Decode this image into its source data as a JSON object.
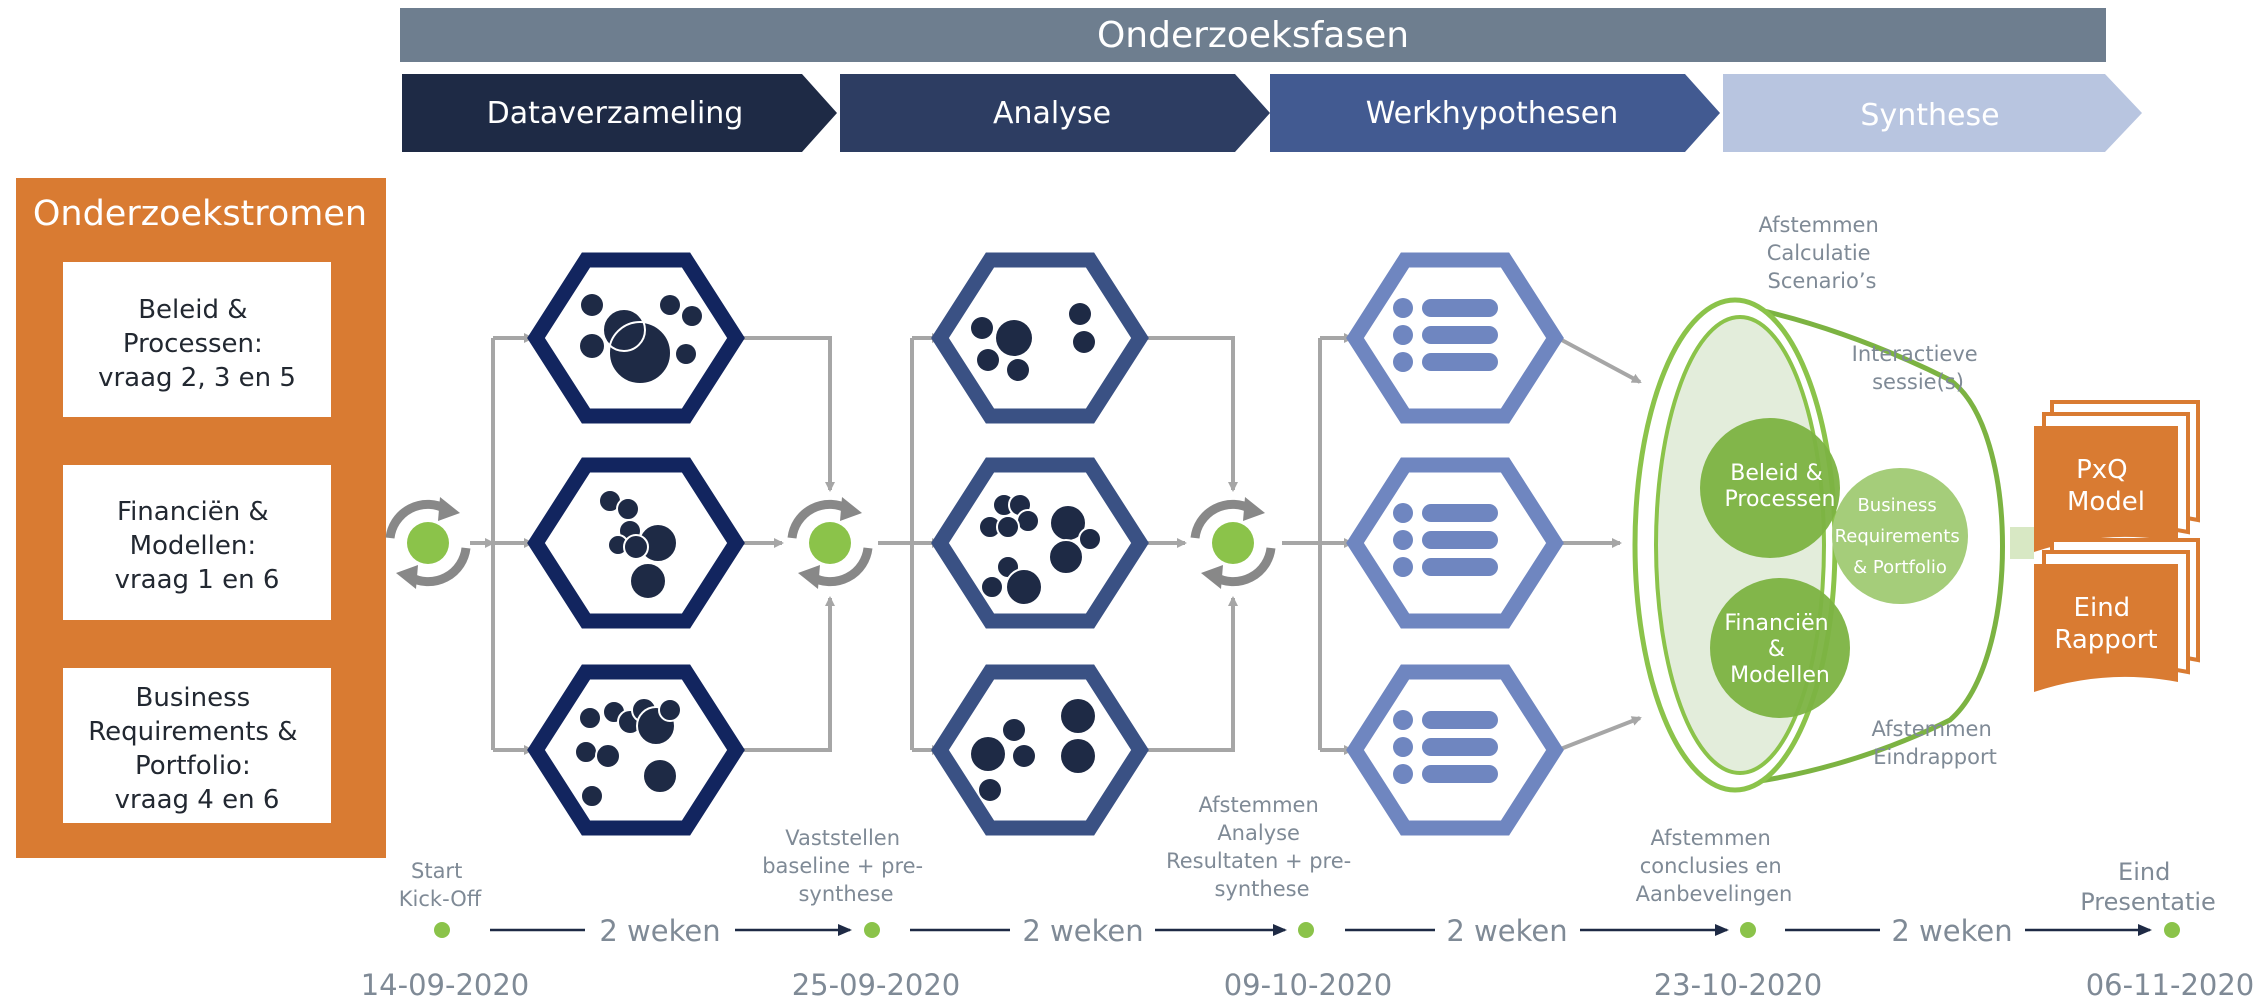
{
  "header": {
    "title": "Onderzoeksfasen"
  },
  "phases": [
    {
      "label": "Dataverzameling",
      "color": "#1e2a45"
    },
    {
      "label": "Analyse",
      "color": "#2d3d62"
    },
    {
      "label": "Werkhypothesen",
      "color": "#425a91"
    },
    {
      "label": "Synthese",
      "color": "#b8c5e0"
    }
  ],
  "streams": {
    "title": "Onderzoekstromen",
    "items": [
      [
        "Beleid &",
        "Processen:",
        "vraag 2, 3 en 5"
      ],
      [
        "Financiën &",
        "Modellen:",
        "vraag 1 en 6"
      ],
      [
        "Business",
        "Requirements &",
        "Portfolio:",
        "vraag 4 en 6"
      ]
    ]
  },
  "funnel": {
    "circles": [
      [
        "Beleid &",
        "Processen"
      ],
      [
        "Financiën",
        "&",
        "Modellen"
      ],
      [
        "Business",
        "Requirements",
        "& Portfolio"
      ]
    ],
    "notes": [
      [
        "Afstemmen",
        "Calculatie",
        "Scenario’s"
      ],
      [
        "Interactieve",
        "sessie(s)"
      ],
      [
        "Afstemmen",
        "Eindrapport"
      ]
    ]
  },
  "outputs": [
    [
      "PxQ",
      "Model"
    ],
    [
      "Eind",
      "Rapport"
    ]
  ],
  "timeline": {
    "milestones": [
      {
        "label": [
          "Start",
          "Kick-Off"
        ],
        "date": "14-09-2020"
      },
      {
        "label": [
          "Vaststellen",
          "baseline + pre-",
          "synthese"
        ],
        "date": "25-09-2020"
      },
      {
        "label": [
          "Afstemmen",
          "Analyse",
          "Resultaten + pre-",
          "synthese"
        ],
        "date": "09-10-2020"
      },
      {
        "label": [
          "Afstemmen",
          "conclusies en",
          "Aanbevelingen"
        ],
        "date": "23-10-2020"
      },
      {
        "label": [
          "Eind",
          "Presentatie"
        ],
        "date": "06-11-2020"
      }
    ],
    "durations": [
      "2 weken",
      "2 weken",
      "2 weken",
      "2 weken"
    ]
  },
  "colors": {
    "orange": "#d97b32",
    "green": "#8bc34a",
    "green_dark": "#7cb342",
    "gray": "#a6a6a6",
    "text_gray": "#7f8a96"
  }
}
